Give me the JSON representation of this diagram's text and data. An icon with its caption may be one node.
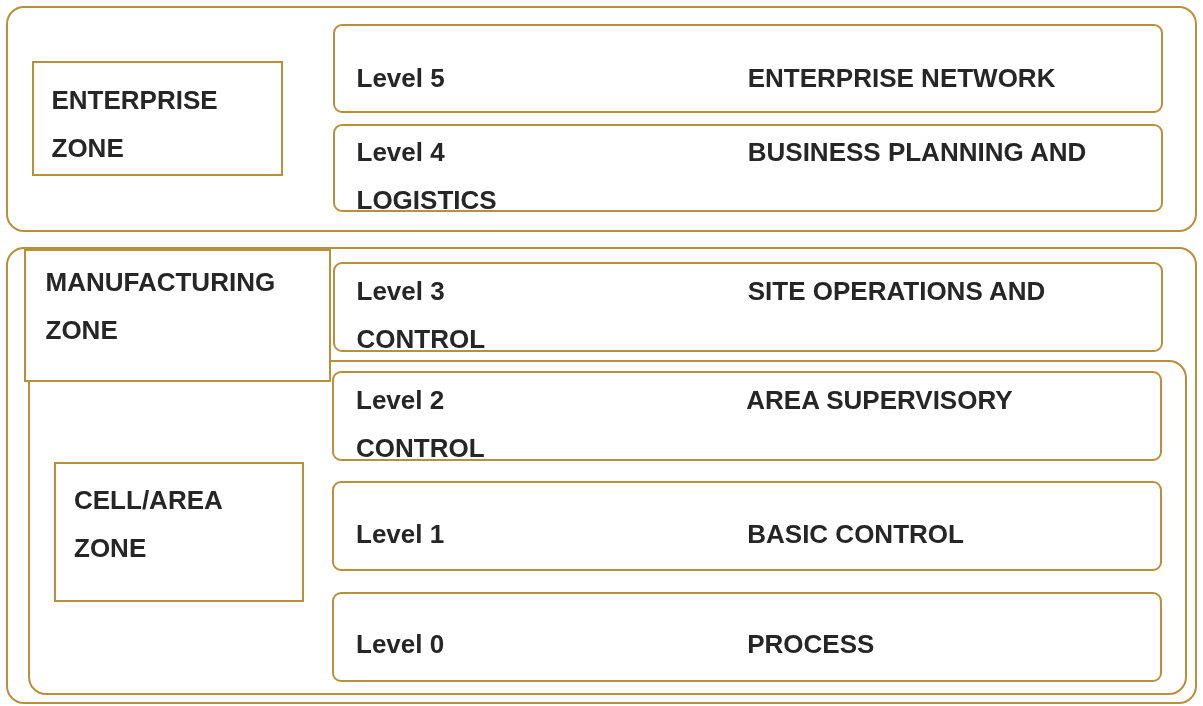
{
  "diagram": {
    "nodes": [
      {
        "text": [],
        "shape": "box"
      },
      {
        "text": [
          "ENTERPRISE ZONE"
        ],
        "in": 0
      },
      {
        "text": [
          "Level 5",
          "ENTERPRISE NETWORK"
        ],
        "in": 0
      },
      {
        "text": [
          "Level 4",
          "BUSINESS PLANNING AND LOGISTICS"
        ],
        "in": 0
      },
      {
        "text": [],
        "shape": "box"
      },
      {
        "text": [
          "MANUFACTURING ZONE"
        ],
        "in": 4
      },
      {
        "text": [
          "Level 3",
          "SITE OPERATIONS AND CONTROL"
        ],
        "in": 4
      },
      {
        "text": [],
        "shape": "box",
        "in": 4
      },
      {
        "text": [
          "CELL/AREA ZONE"
        ],
        "in": 7
      },
      {
        "text": [
          "Level 2",
          "AREA SUPERVISORY CONTROL"
        ],
        "in": 7
      },
      {
        "text": [
          "Level 1",
          "BASIC CONTROL"
        ],
        "in": 7
      },
      {
        "text": [
          "Level 0",
          "PROCESS"
        ],
        "in": 7
      }
    ]
  }
}
